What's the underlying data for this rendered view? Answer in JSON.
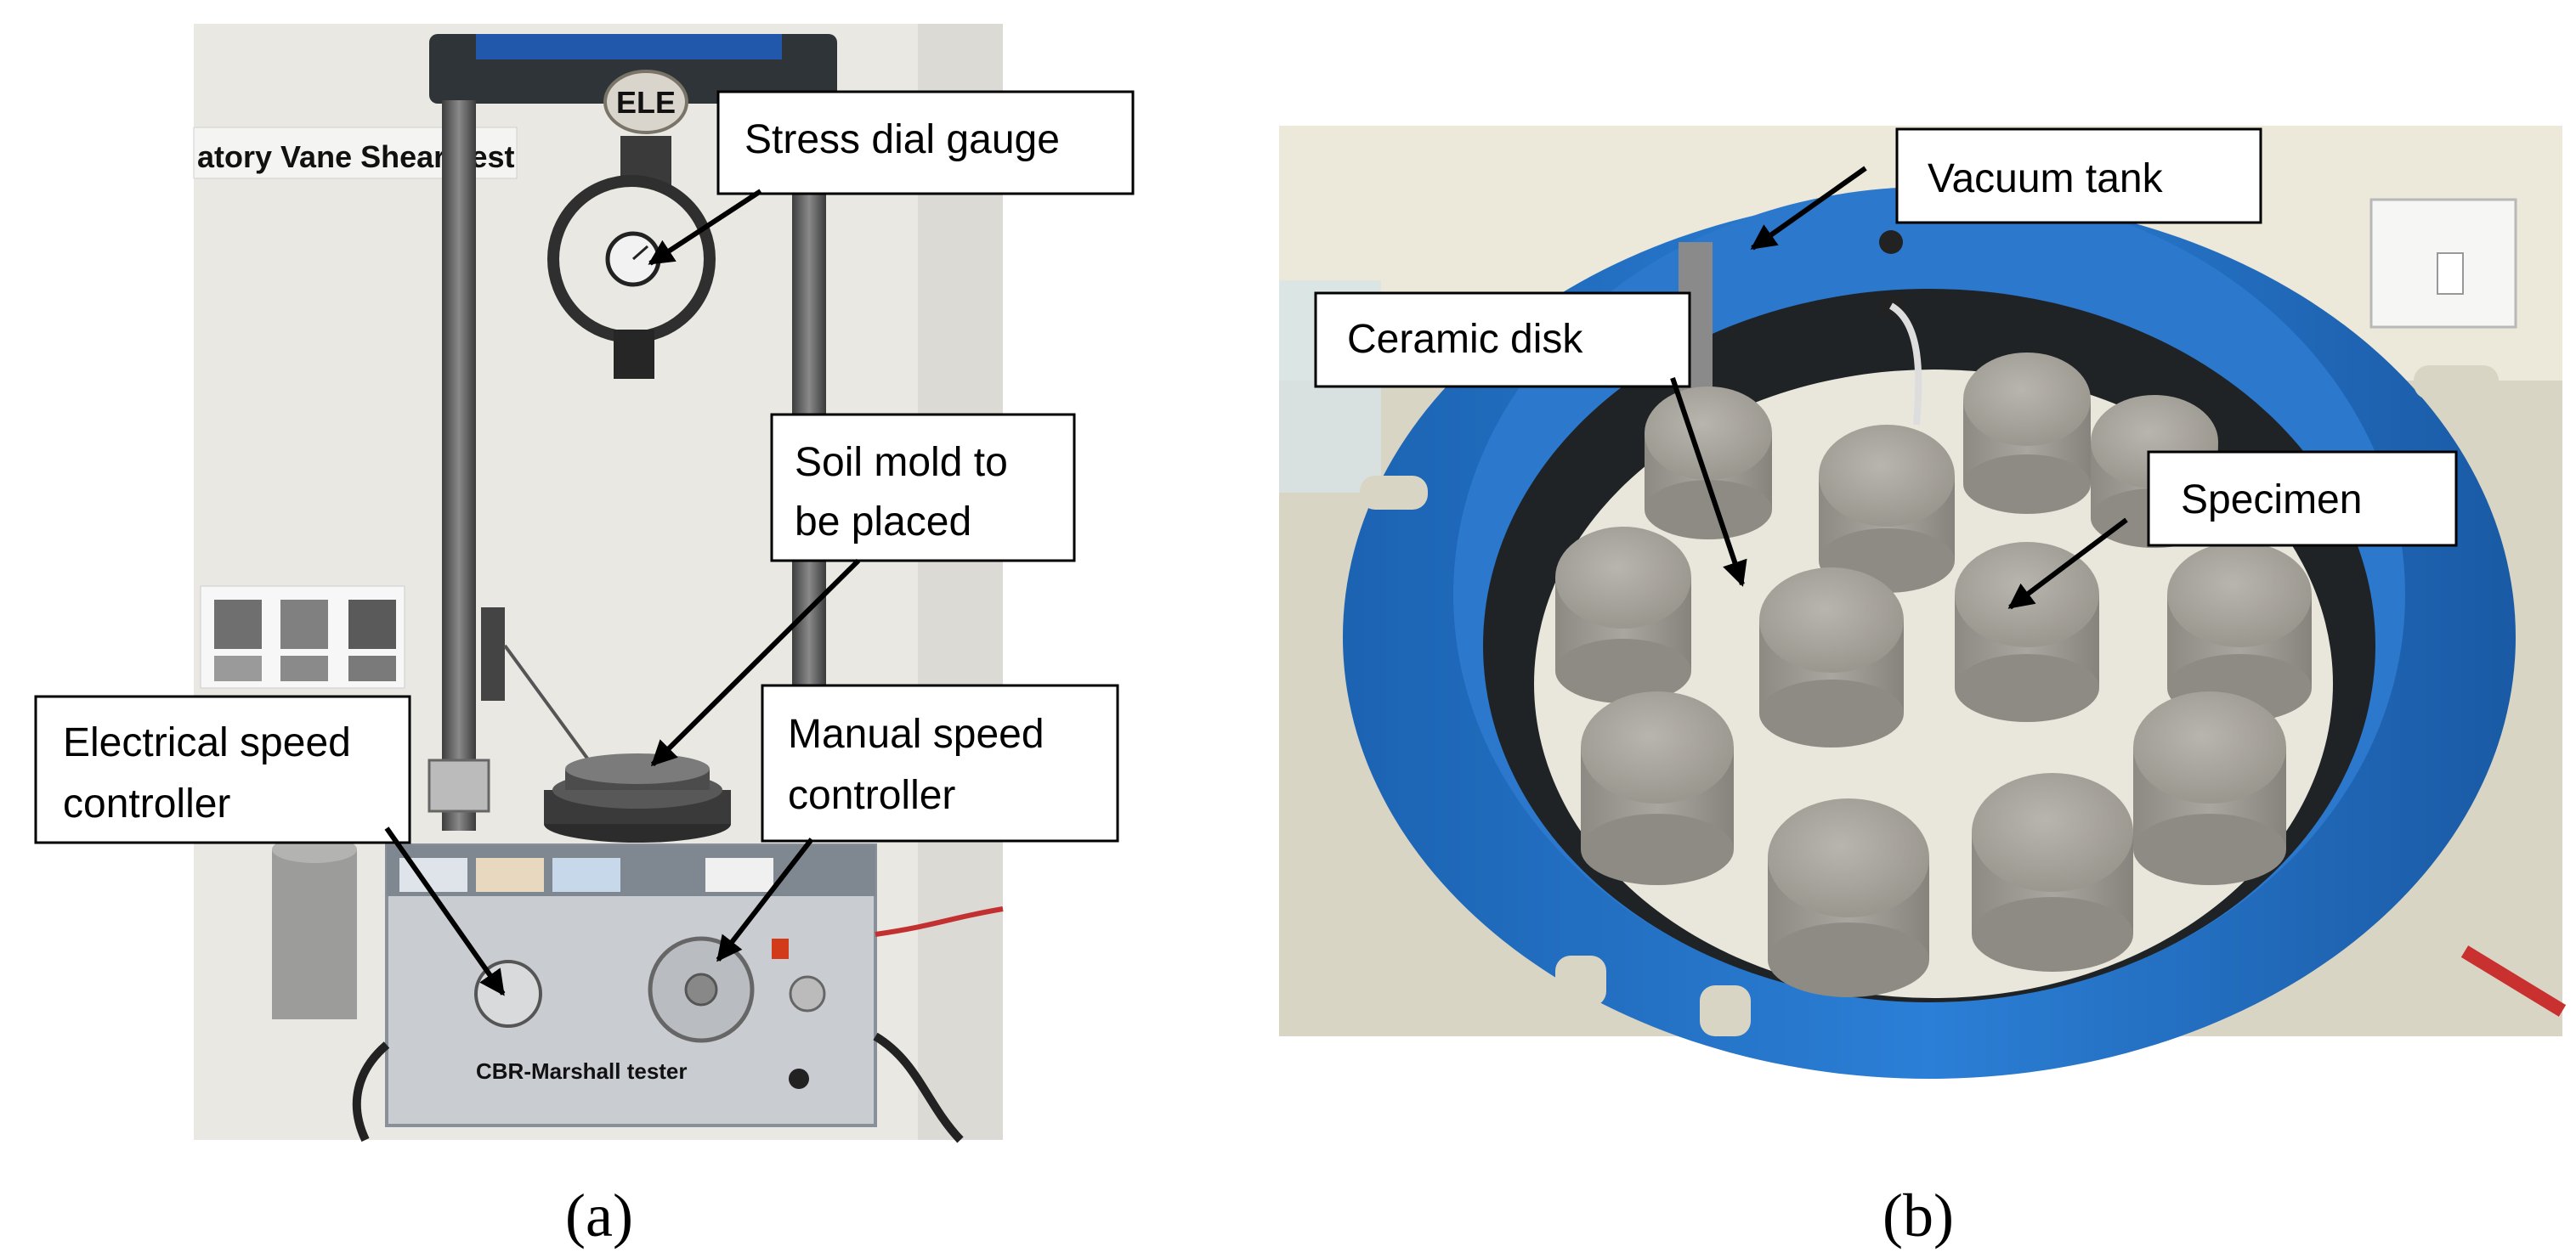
{
  "panels": [
    {
      "label": "(a)",
      "photo_text": {
        "wall_sign": "atory Vane Shear Test",
        "logo": "ELE",
        "device": "CBR-Marshall tester"
      },
      "callouts": [
        {
          "text_lines": [
            "Stress dial gauge"
          ]
        },
        {
          "text_lines": [
            "Soil mold to",
            "be placed"
          ]
        },
        {
          "text_lines": [
            "Electrical speed",
            "controller"
          ]
        },
        {
          "text_lines": [
            "Manual speed",
            "controller"
          ]
        }
      ]
    },
    {
      "label": "(b)",
      "callouts": [
        {
          "text_lines": [
            "Vacuum tank"
          ]
        },
        {
          "text_lines": [
            "Ceramic disk"
          ]
        },
        {
          "text_lines": [
            "Specimen"
          ]
        }
      ]
    }
  ],
  "colors": {
    "tank_blue": "#1f6fc4",
    "specimen_gray": "#a8a59f",
    "machine_panel": "#c9cdd2",
    "wall": "#e9e8e3"
  }
}
